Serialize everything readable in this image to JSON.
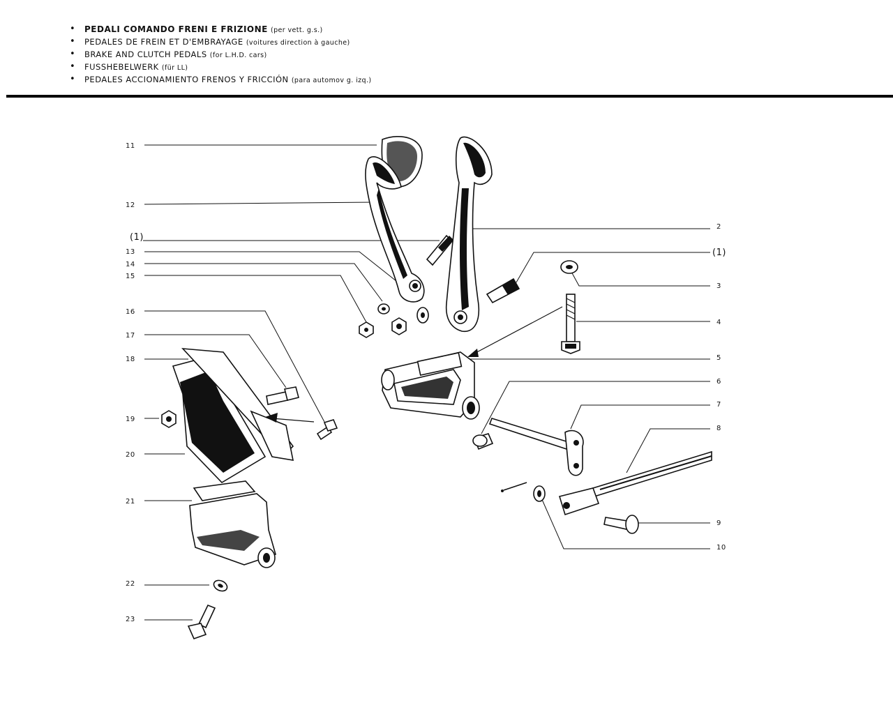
{
  "header": {
    "lines": [
      {
        "main": "PEDALI COMANDO FRENI E FRIZIONE",
        "sub": "(per vett. g.s.)"
      },
      {
        "main": "PEDALES DE FREIN ET D'EMBRAYAGE",
        "sub": "(voitures direction à gauche)"
      },
      {
        "main": "BRAKE AND CLUTCH PEDALS",
        "sub": "(for L.H.D. cars)"
      },
      {
        "main": "FUSSHEBELWERK",
        "sub": "(für LL)"
      },
      {
        "main": "PEDALES ACCIONAMIENTO FRENOS Y FRICCIÓN",
        "sub": "(para automov g. izq.)"
      }
    ],
    "bullet": "•"
  },
  "labels": {
    "l11": "11",
    "l12": "12",
    "l1a": "(1)",
    "l13": "13",
    "l14": "14",
    "l15": "15",
    "l16": "16",
    "l17": "17",
    "l18": "18",
    "l19": "19",
    "l20": "20",
    "l21": "21",
    "l22": "22",
    "l23": "23",
    "r2": "2",
    "r1": "(1)",
    "r3": "3",
    "r4": "4",
    "r5": "5",
    "r6": "6",
    "r7": "7",
    "r8": "8",
    "r9": "9",
    "r10": "10"
  }
}
